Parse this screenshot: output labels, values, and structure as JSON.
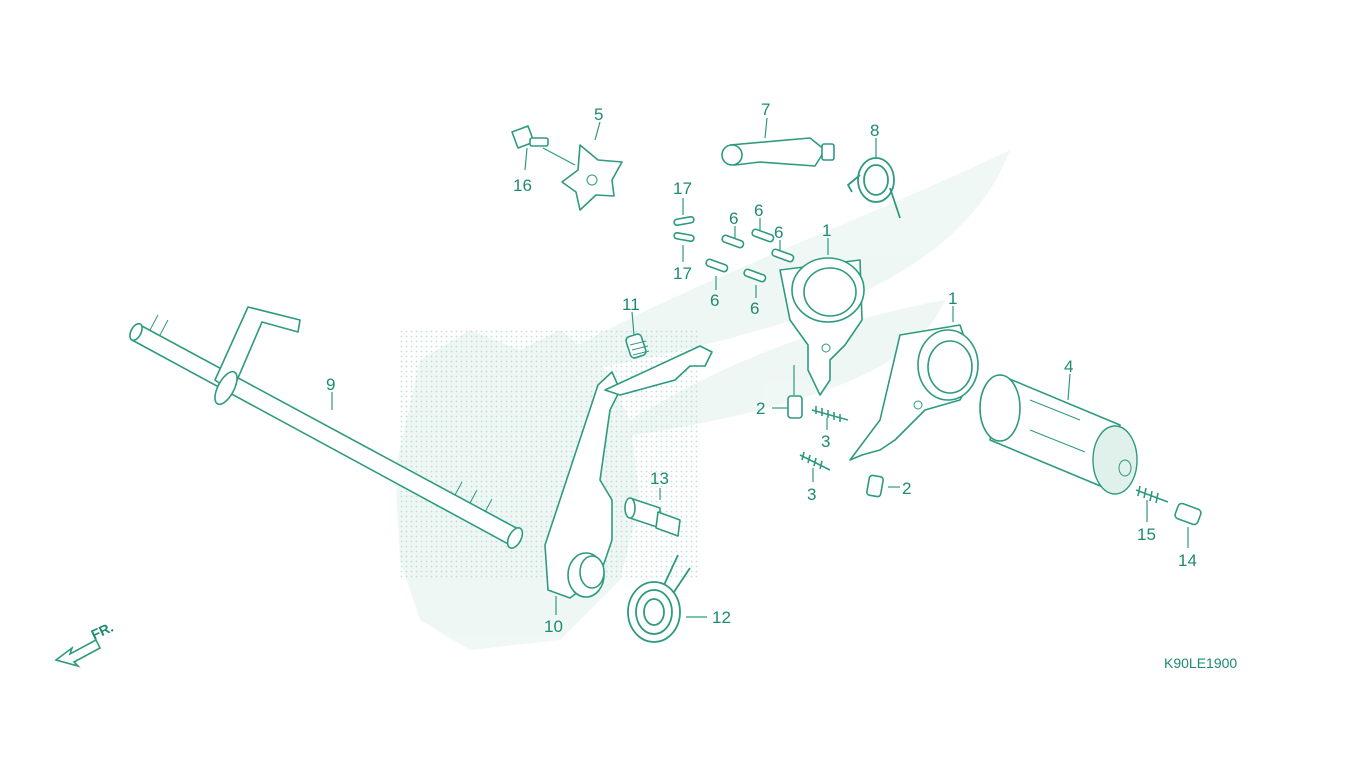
{
  "diagram": {
    "code": "K90LE1900",
    "direction_label": "FR.",
    "callouts": {
      "c1a": "1",
      "c1b": "1",
      "c2a": "2",
      "c2b": "2",
      "c3a": "3",
      "c3b": "3",
      "c4": "4",
      "c5": "5",
      "c6a": "6",
      "c6b": "6",
      "c6c": "6",
      "c6d": "6",
      "c6e": "6",
      "c7": "7",
      "c8": "8",
      "c9": "9",
      "c10": "10",
      "c11": "11",
      "c12": "12",
      "c13": "13",
      "c14": "14",
      "c15": "15",
      "c16": "16",
      "c17a": "17",
      "c17b": "17"
    }
  }
}
